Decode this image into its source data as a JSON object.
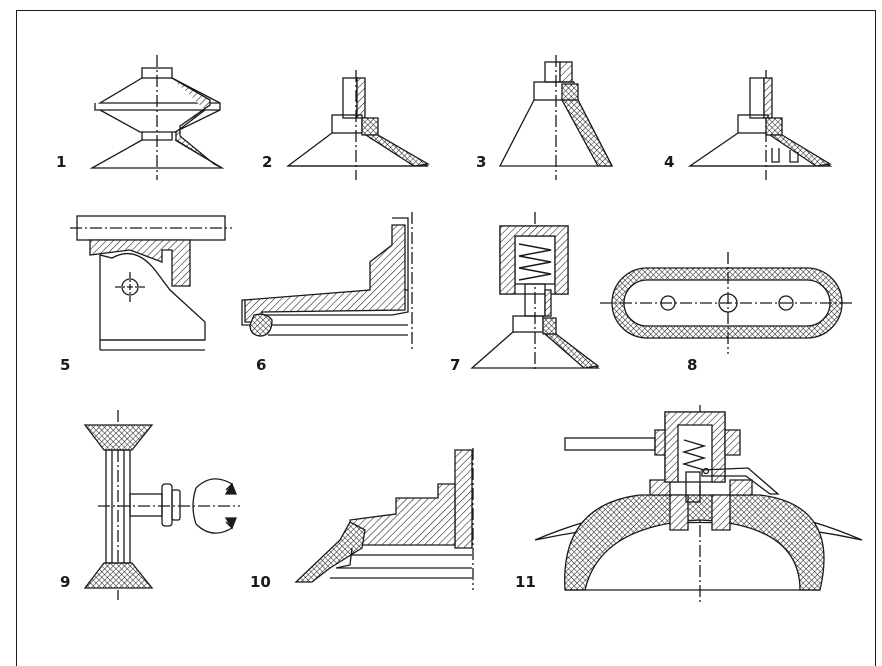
{
  "figure": {
    "labels": [
      "1",
      "2",
      "3",
      "4",
      "5",
      "6",
      "7",
      "8",
      "9",
      "10",
      "11"
    ]
  },
  "colors": {
    "line": "#1a1a1a",
    "background": "#ffffff"
  }
}
